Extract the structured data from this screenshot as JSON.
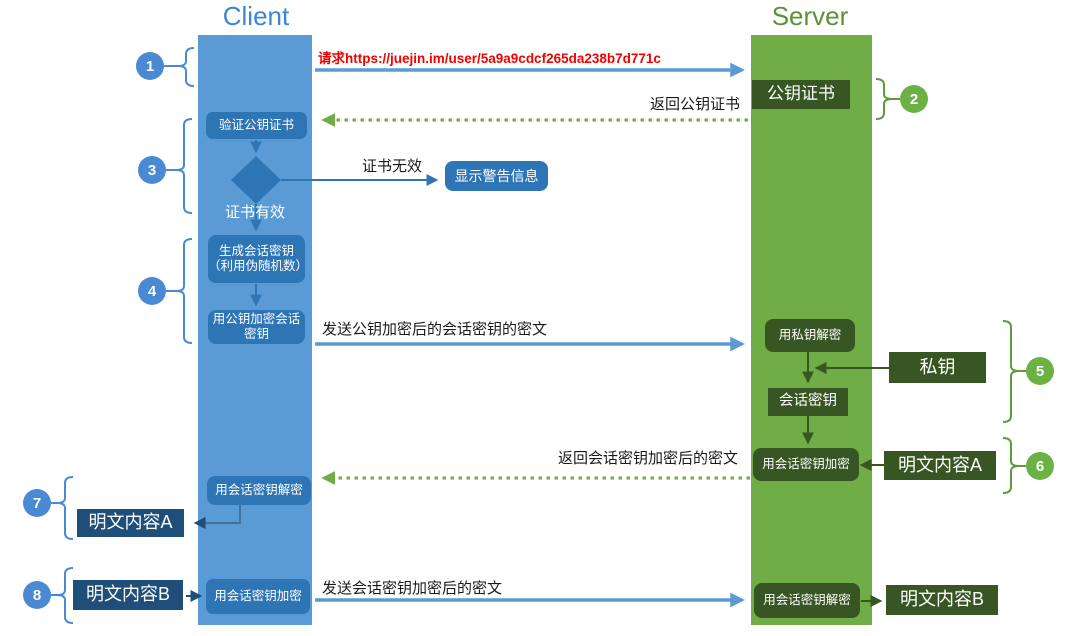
{
  "titles": {
    "client": "Client",
    "server": "Server"
  },
  "steps": [
    "1",
    "2",
    "3",
    "4",
    "5",
    "6",
    "7",
    "8"
  ],
  "messages": {
    "request_url": "请求https://juejin.im/user/5a9a9cdcf265da238b7d771c",
    "return_cert": "返回公钥证书",
    "send_encrypted_session_key": "发送公钥加密后的会话密钥的密文",
    "return_encrypted_content": "返回会话密钥加密后的密文",
    "send_encrypted_content": "发送会话密钥加密后的密文"
  },
  "client": {
    "verify_cert": "验证公钥证书",
    "cert_invalid": "证书无效",
    "warning": "显示警告信息",
    "cert_valid": "证书有效",
    "generate_session_key": "生成会话密钥（利用伪随机数）",
    "encrypt_session_key_with_public_key": "用公钥加密会话密钥",
    "decrypt_with_session_key": "用会话密钥解密",
    "plaintext_a": "明文内容A",
    "plaintext_b": "明文内容B",
    "encrypt_with_session_key": "用会话密钥加密"
  },
  "server": {
    "public_key_cert": "公钥证书",
    "decrypt_with_private_key": "用私钥解密",
    "private_key": "私钥",
    "session_key": "会话密钥",
    "encrypt_with_session_key": "用会话密钥加密",
    "plaintext_a": "明文内容A",
    "decrypt_with_session_key": "用会话密钥解密",
    "plaintext_b": "明文内容B"
  },
  "colors": {
    "client-bar": "#5B9BD5",
    "client-box": "#2E75B6",
    "client-dark": "#1F4E79",
    "server-bar": "#70AD47",
    "server-box": "#375623",
    "circle-blue": "#4a8ad4",
    "circle-green": "#6cb144",
    "bracket-green": "#5d9b3d",
    "title-client": "#3a87d6",
    "title-server": "#5a9334",
    "url-red": "#f30000",
    "text-black": "#1a1a1a"
  }
}
